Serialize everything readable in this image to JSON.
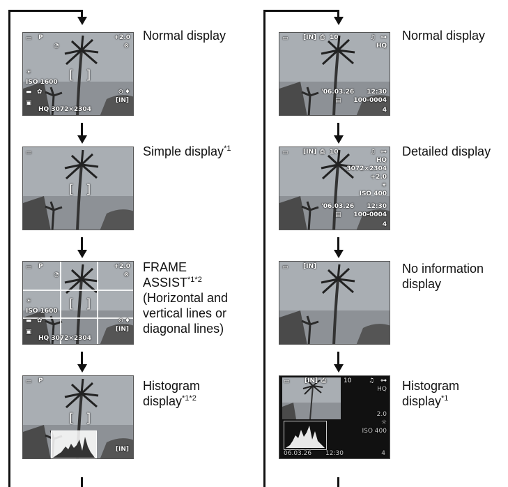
{
  "left_column": {
    "items": [
      {
        "label": "Normal display",
        "sup": "",
        "osd": {
          "mode": "P",
          "ev": "+2.0",
          "iso": "ISO 1600",
          "res": "HQ 3072×2304",
          "card": "[IN]"
        }
      },
      {
        "label": "Simple display",
        "sup": "*1"
      },
      {
        "label_lines": [
          "FRAME",
          "ASSIST",
          "(Horizontal and",
          "vertical lines or",
          "diagonal lines)"
        ],
        "sup": "*1*2",
        "osd": {
          "mode": "P",
          "ev": "+2.0",
          "iso": "ISO 1600",
          "res": "HQ 3072×2304",
          "card": "[IN]"
        }
      },
      {
        "label_lines": [
          "Histogram",
          "display"
        ],
        "sup": "*1*2",
        "osd": {
          "mode": "P",
          "card": "[IN]"
        }
      }
    ]
  },
  "right_column": {
    "items": [
      {
        "label": "Normal display",
        "sup": "",
        "osd": {
          "card": "[IN]",
          "number": "10",
          "quality": "HQ",
          "date": "'06.03.26",
          "time": "12:30",
          "file": "100-0004",
          "frame": "4"
        }
      },
      {
        "label": "Detailed display",
        "sup": "",
        "osd": {
          "card": "[IN]",
          "number": "10",
          "quality": "HQ",
          "res": "3072×2304",
          "ev": "+2.0",
          "iso": "ISO 400",
          "date": "'06.03.26",
          "time": "12:30",
          "file": "100-0004",
          "frame": "4"
        }
      },
      {
        "label_lines": [
          "No information",
          "display"
        ],
        "sup": "",
        "osd": {
          "card": "[IN]"
        }
      },
      {
        "label_lines": [
          "Histogram",
          "display"
        ],
        "sup": "*1",
        "osd": {
          "card": "[IN]",
          "number": "10",
          "quality": "HQ",
          "ev": "2.0",
          "iso": "ISO 400",
          "date": "06.03.26",
          "time": "12:30",
          "frame": "4"
        }
      }
    ]
  },
  "colors": {
    "line": "#111111",
    "sky": "#9aa0a6",
    "palm": "#2b2b2b"
  }
}
